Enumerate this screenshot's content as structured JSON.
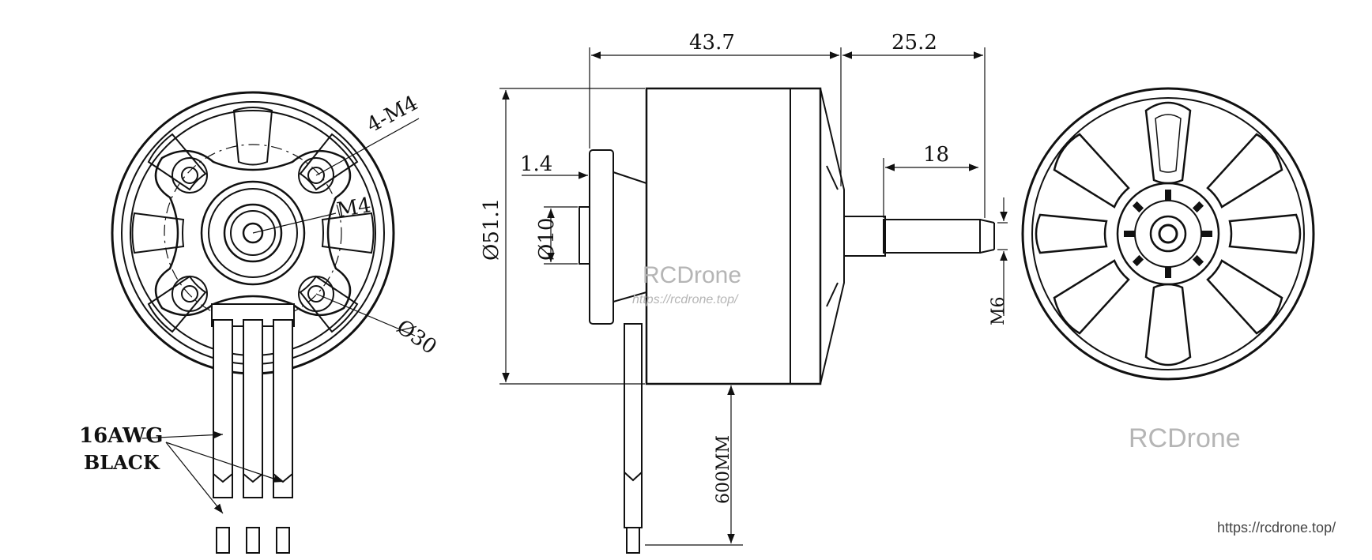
{
  "front_view": {
    "mount_label": "4-M4",
    "center_label": "M4",
    "bolt_circle_label": "Ø30",
    "wire_gauge": "16AWG",
    "wire_color": "BLACK"
  },
  "side_view": {
    "body_length": "43.7",
    "shaft_overall": "25.2",
    "shaft_length": "18",
    "flange_thickness": "1.4",
    "diameter": "Ø51.1",
    "boss_diameter": "Ø10",
    "shaft_thread": "M6",
    "lead_length": "600MM"
  },
  "watermark": {
    "center_brand": "RCDrone",
    "center_url": "https://rcdrone.top/",
    "corner_brand": "RCDrone",
    "corner_url": "https://rcdrone.top/"
  },
  "colors": {
    "line": "#111111",
    "watermark": "#b5b5b5"
  }
}
